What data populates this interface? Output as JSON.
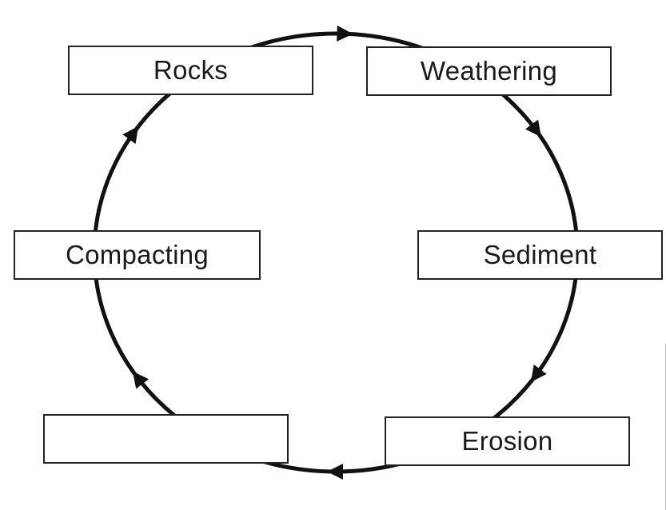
{
  "diagram": {
    "title": "Rock cycle",
    "direction": "clockwise",
    "stages": [
      {
        "id": "rocks",
        "label": "Rocks"
      },
      {
        "id": "weathering",
        "label": "Weathering"
      },
      {
        "id": "sediment",
        "label": "Sediment"
      },
      {
        "id": "erosion",
        "label": "Erosion"
      },
      {
        "id": "blank",
        "label": ""
      },
      {
        "id": "compacting",
        "label": "Compacting"
      }
    ],
    "colors": {
      "line": "#111111",
      "box_border": "#222222",
      "text": "#1a1a1a",
      "background": "#ffffff"
    }
  }
}
